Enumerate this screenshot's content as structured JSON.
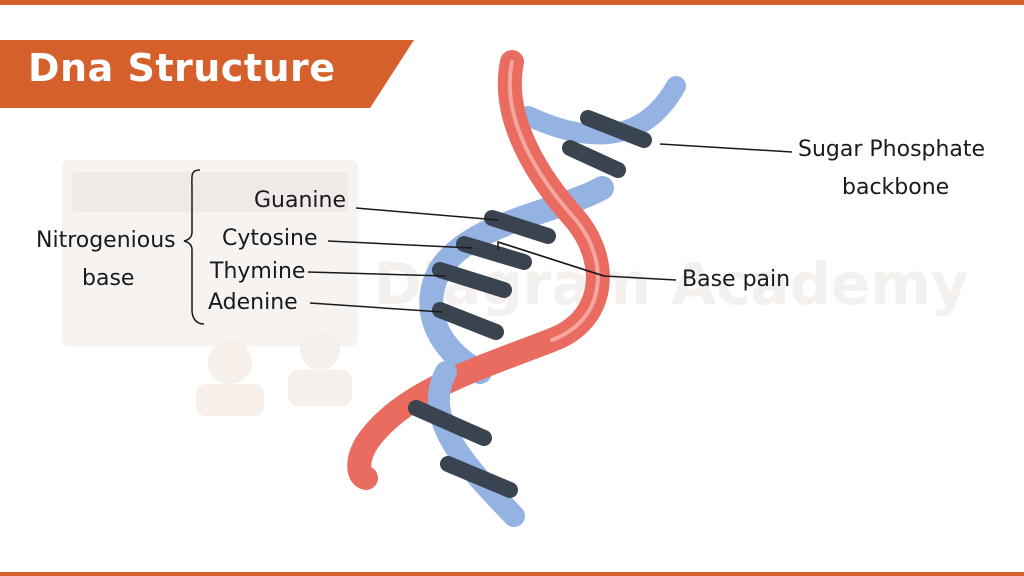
{
  "title": "Dna Structure",
  "labels": {
    "guanine": "Guanine",
    "cytosine": "Cytosine",
    "thymine": "Thymine",
    "adenine": "Adenine",
    "nitrogenous_base_line1": "Nitrogenious",
    "nitrogenous_base_line2": "base",
    "sugar_phosphate_line1": "Sugar Phosphate",
    "sugar_phosphate_line2": "backbone",
    "base_pair": "Base pain"
  },
  "watermark": "Diagram Academy",
  "colors": {
    "accent": "#d5602c",
    "red_strand": "#ea6b60",
    "blue_strand": "#94b2e2",
    "base_dark": "#3a4350",
    "text": "#1a1a1a",
    "watermark": "#f3f0ee"
  }
}
